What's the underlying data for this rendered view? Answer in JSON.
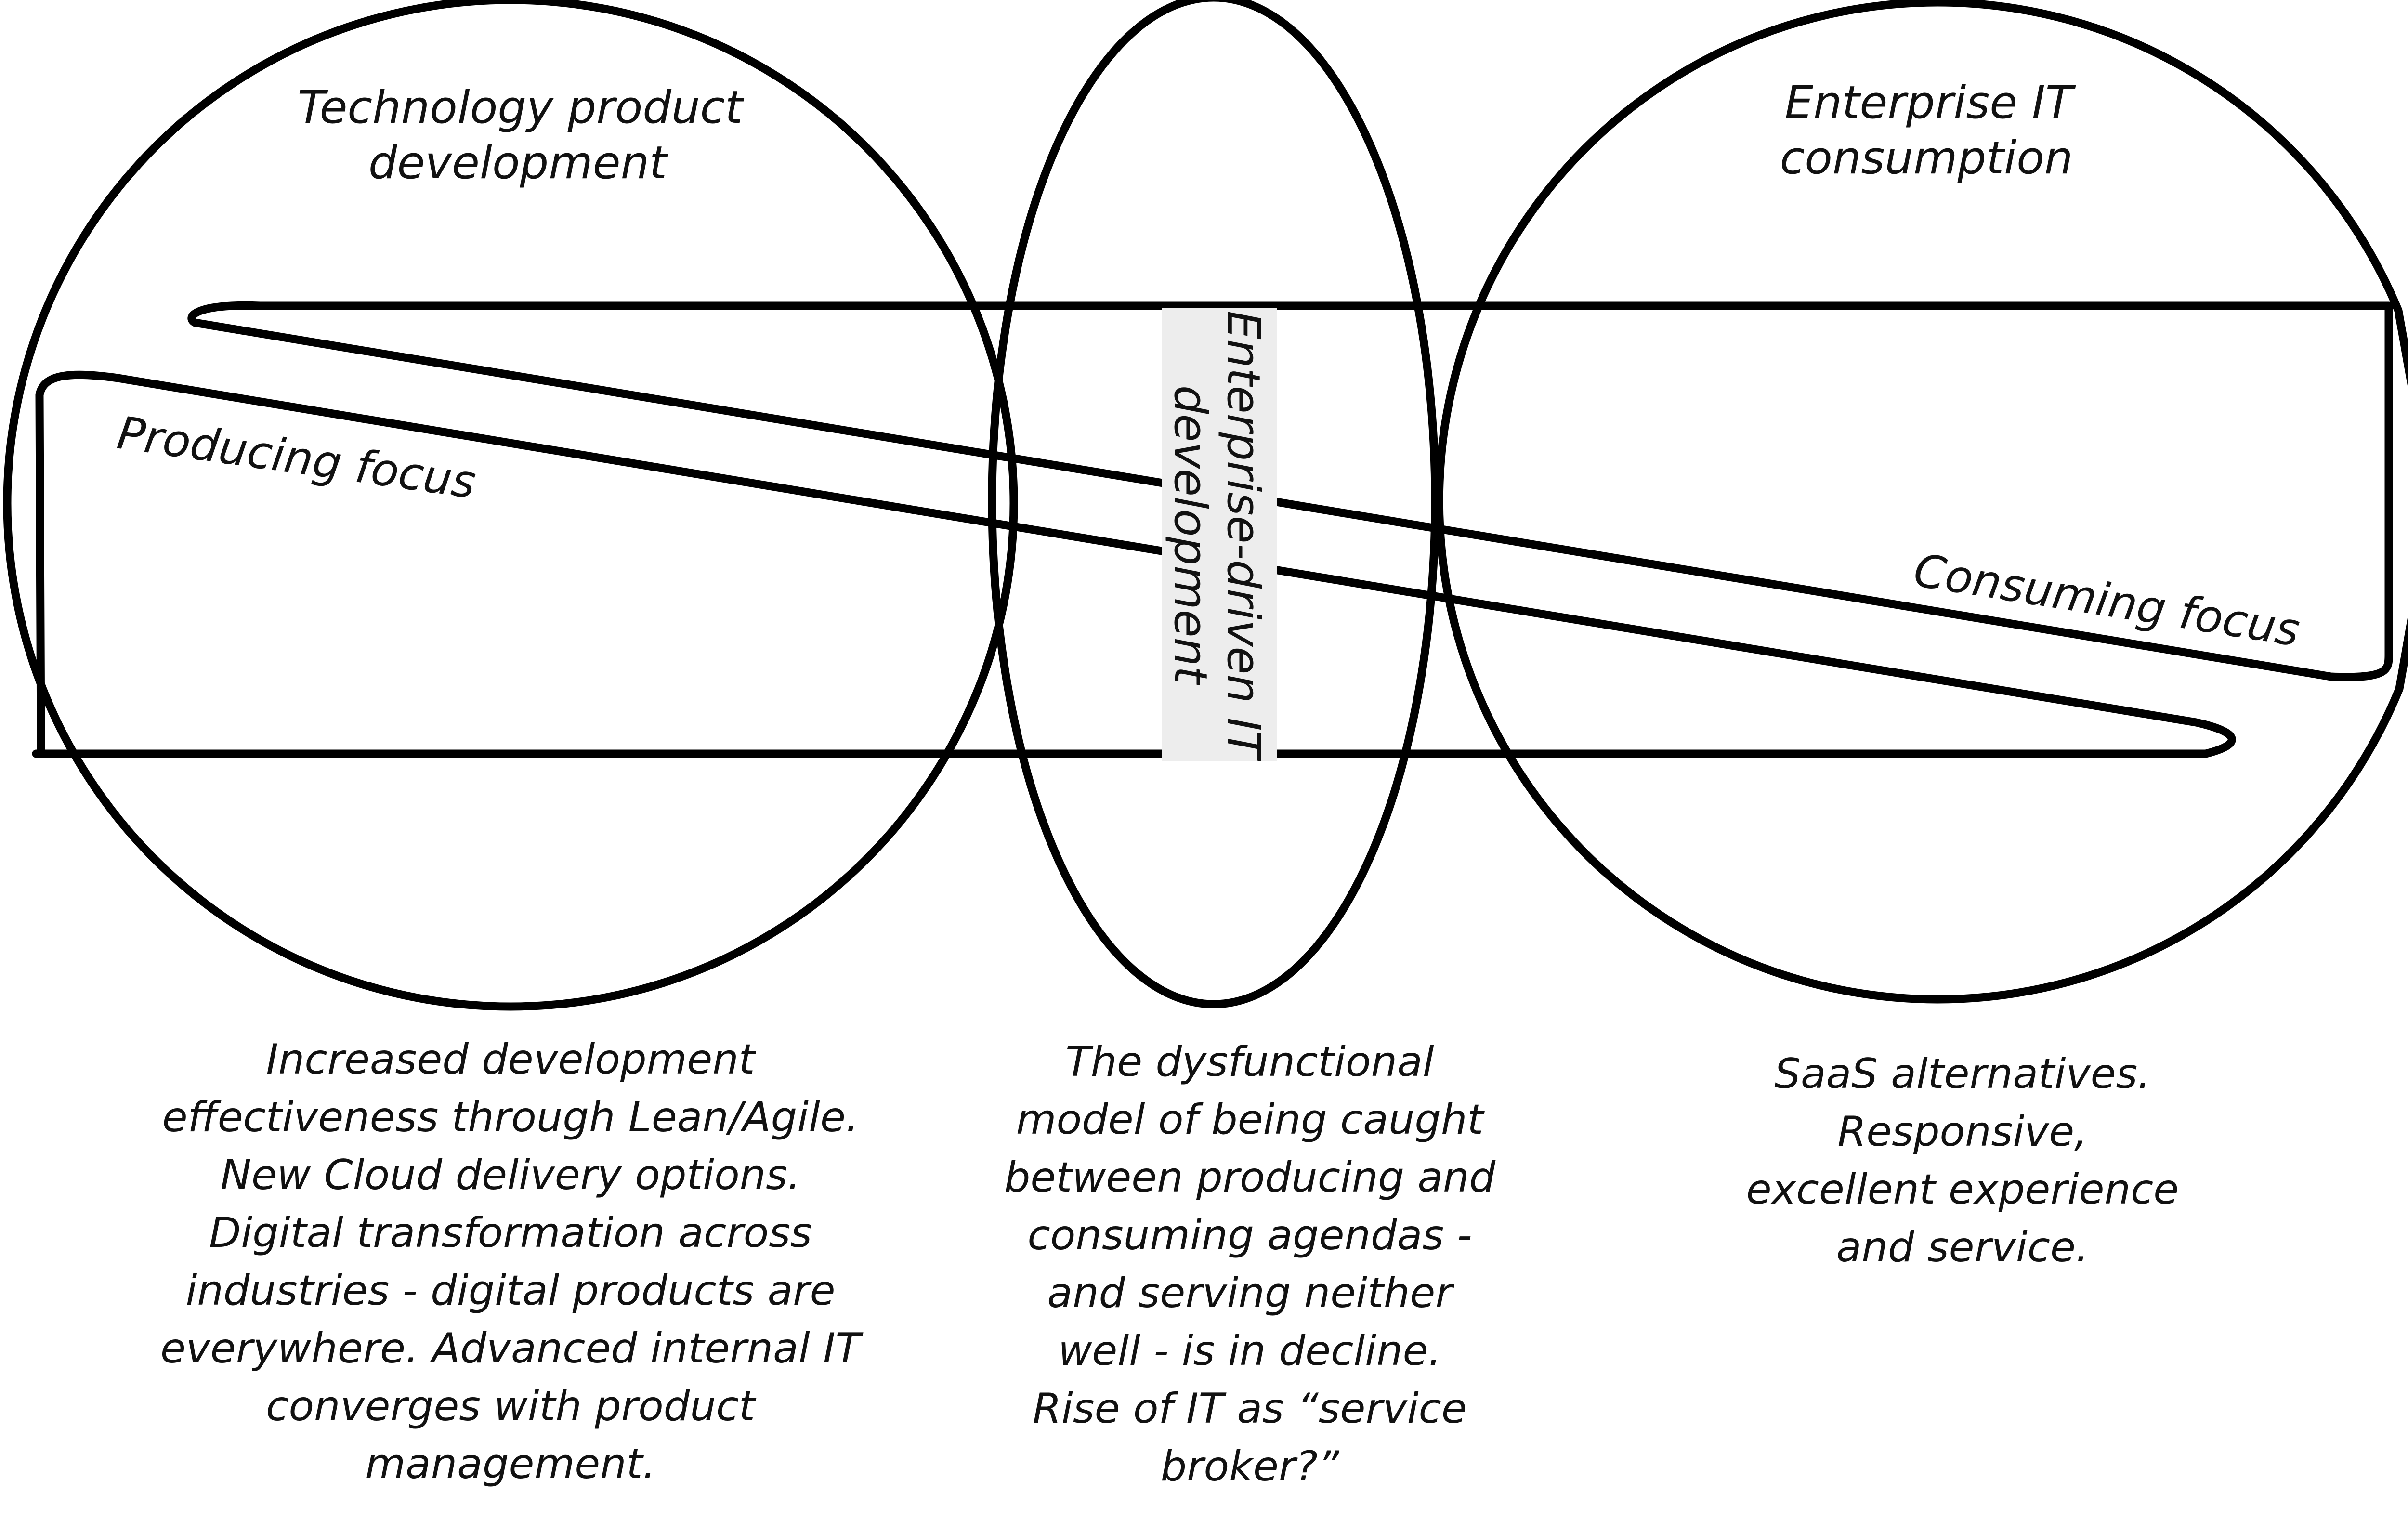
{
  "diagram": {
    "colors": {
      "stroke": "#000000",
      "text": "#111111",
      "label_box": "#ededed",
      "background": "#ffffff"
    },
    "nodes": {
      "left_circle": {
        "title_lines": [
          "Technology product",
          "development"
        ]
      },
      "right_circle": {
        "title_lines": [
          "Enterprise IT",
          "consumption"
        ]
      },
      "center_ellipse": {
        "title_lines": [
          "Enterprise-driven IT",
          "development"
        ]
      }
    },
    "arrows": {
      "producing": {
        "label": "Producing focus"
      },
      "consuming": {
        "label": "Consuming focus"
      }
    }
  },
  "captions": {
    "left": "Increased development\neffectiveness through Lean/Agile.\nNew Cloud delivery options.\nDigital transformation across\nindustries - digital products are\neverywhere. Advanced internal IT\nconverges with product\nmanagement.",
    "center": "The dysfunctional\nmodel of being caught\nbetween producing and\nconsuming agendas -\nand serving neither\nwell - is in decline.\nRise of IT as “service\nbroker?”",
    "right": "SaaS alternatives.\nResponsive,\nexcellent experience\nand service."
  }
}
